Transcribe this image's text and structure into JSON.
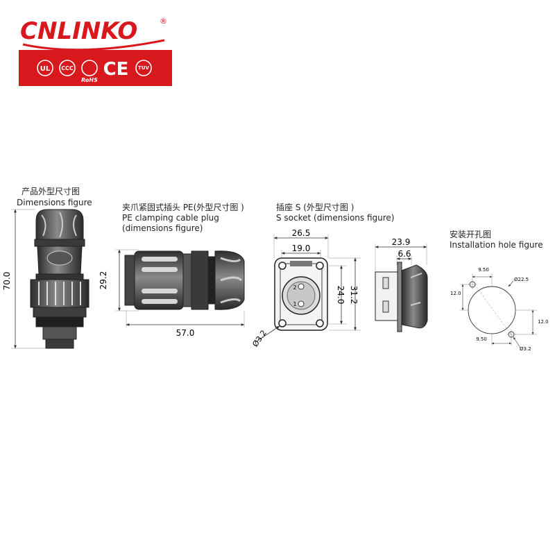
{
  "brand": {
    "name": "CNLINKO",
    "registered": "®",
    "certifications": [
      "UL",
      "CCC",
      "RoHS",
      "CE",
      "TUV"
    ],
    "colors": {
      "red": "#d7191e",
      "dark": "#222222"
    }
  },
  "sections": {
    "dimensions": {
      "title_cn": "产品外型尺寸图",
      "title_en": "Dimensions figure"
    },
    "plug": {
      "title_cn": "夹爪紧固式插头 PE(外型尺寸图 )",
      "title_en": "PE clamping cable plug",
      "subtitle_en": "(dimensions figure)"
    },
    "socket": {
      "title_cn": "插座 S (外型尺寸图 )",
      "title_en": "S socket (dimensions figure)"
    },
    "installation": {
      "title_cn": "安装开孔图",
      "title_en": "Installation hole figure"
    }
  },
  "dimensions": {
    "overall_height": "70.0",
    "plug_diameter": "29.2",
    "plug_length": "57.0",
    "socket_outer": "26.5",
    "socket_hole_pitch": "19.0",
    "socket_inner": "24.0",
    "socket_height": "31.2",
    "socket_hole_dia": "Ø3.2",
    "socket_depth": "23.9",
    "flange_depth": "6.6",
    "pin_1": "1",
    "pin_2": "2",
    "hole_pitch_top": "9.50",
    "hole_pitch_bottom": "9.50",
    "cutout_dia": "Ø22.5",
    "hole_offset_left": "12.0",
    "hole_offset_right": "12.0",
    "mount_hole_dia": "Ø3.2"
  }
}
